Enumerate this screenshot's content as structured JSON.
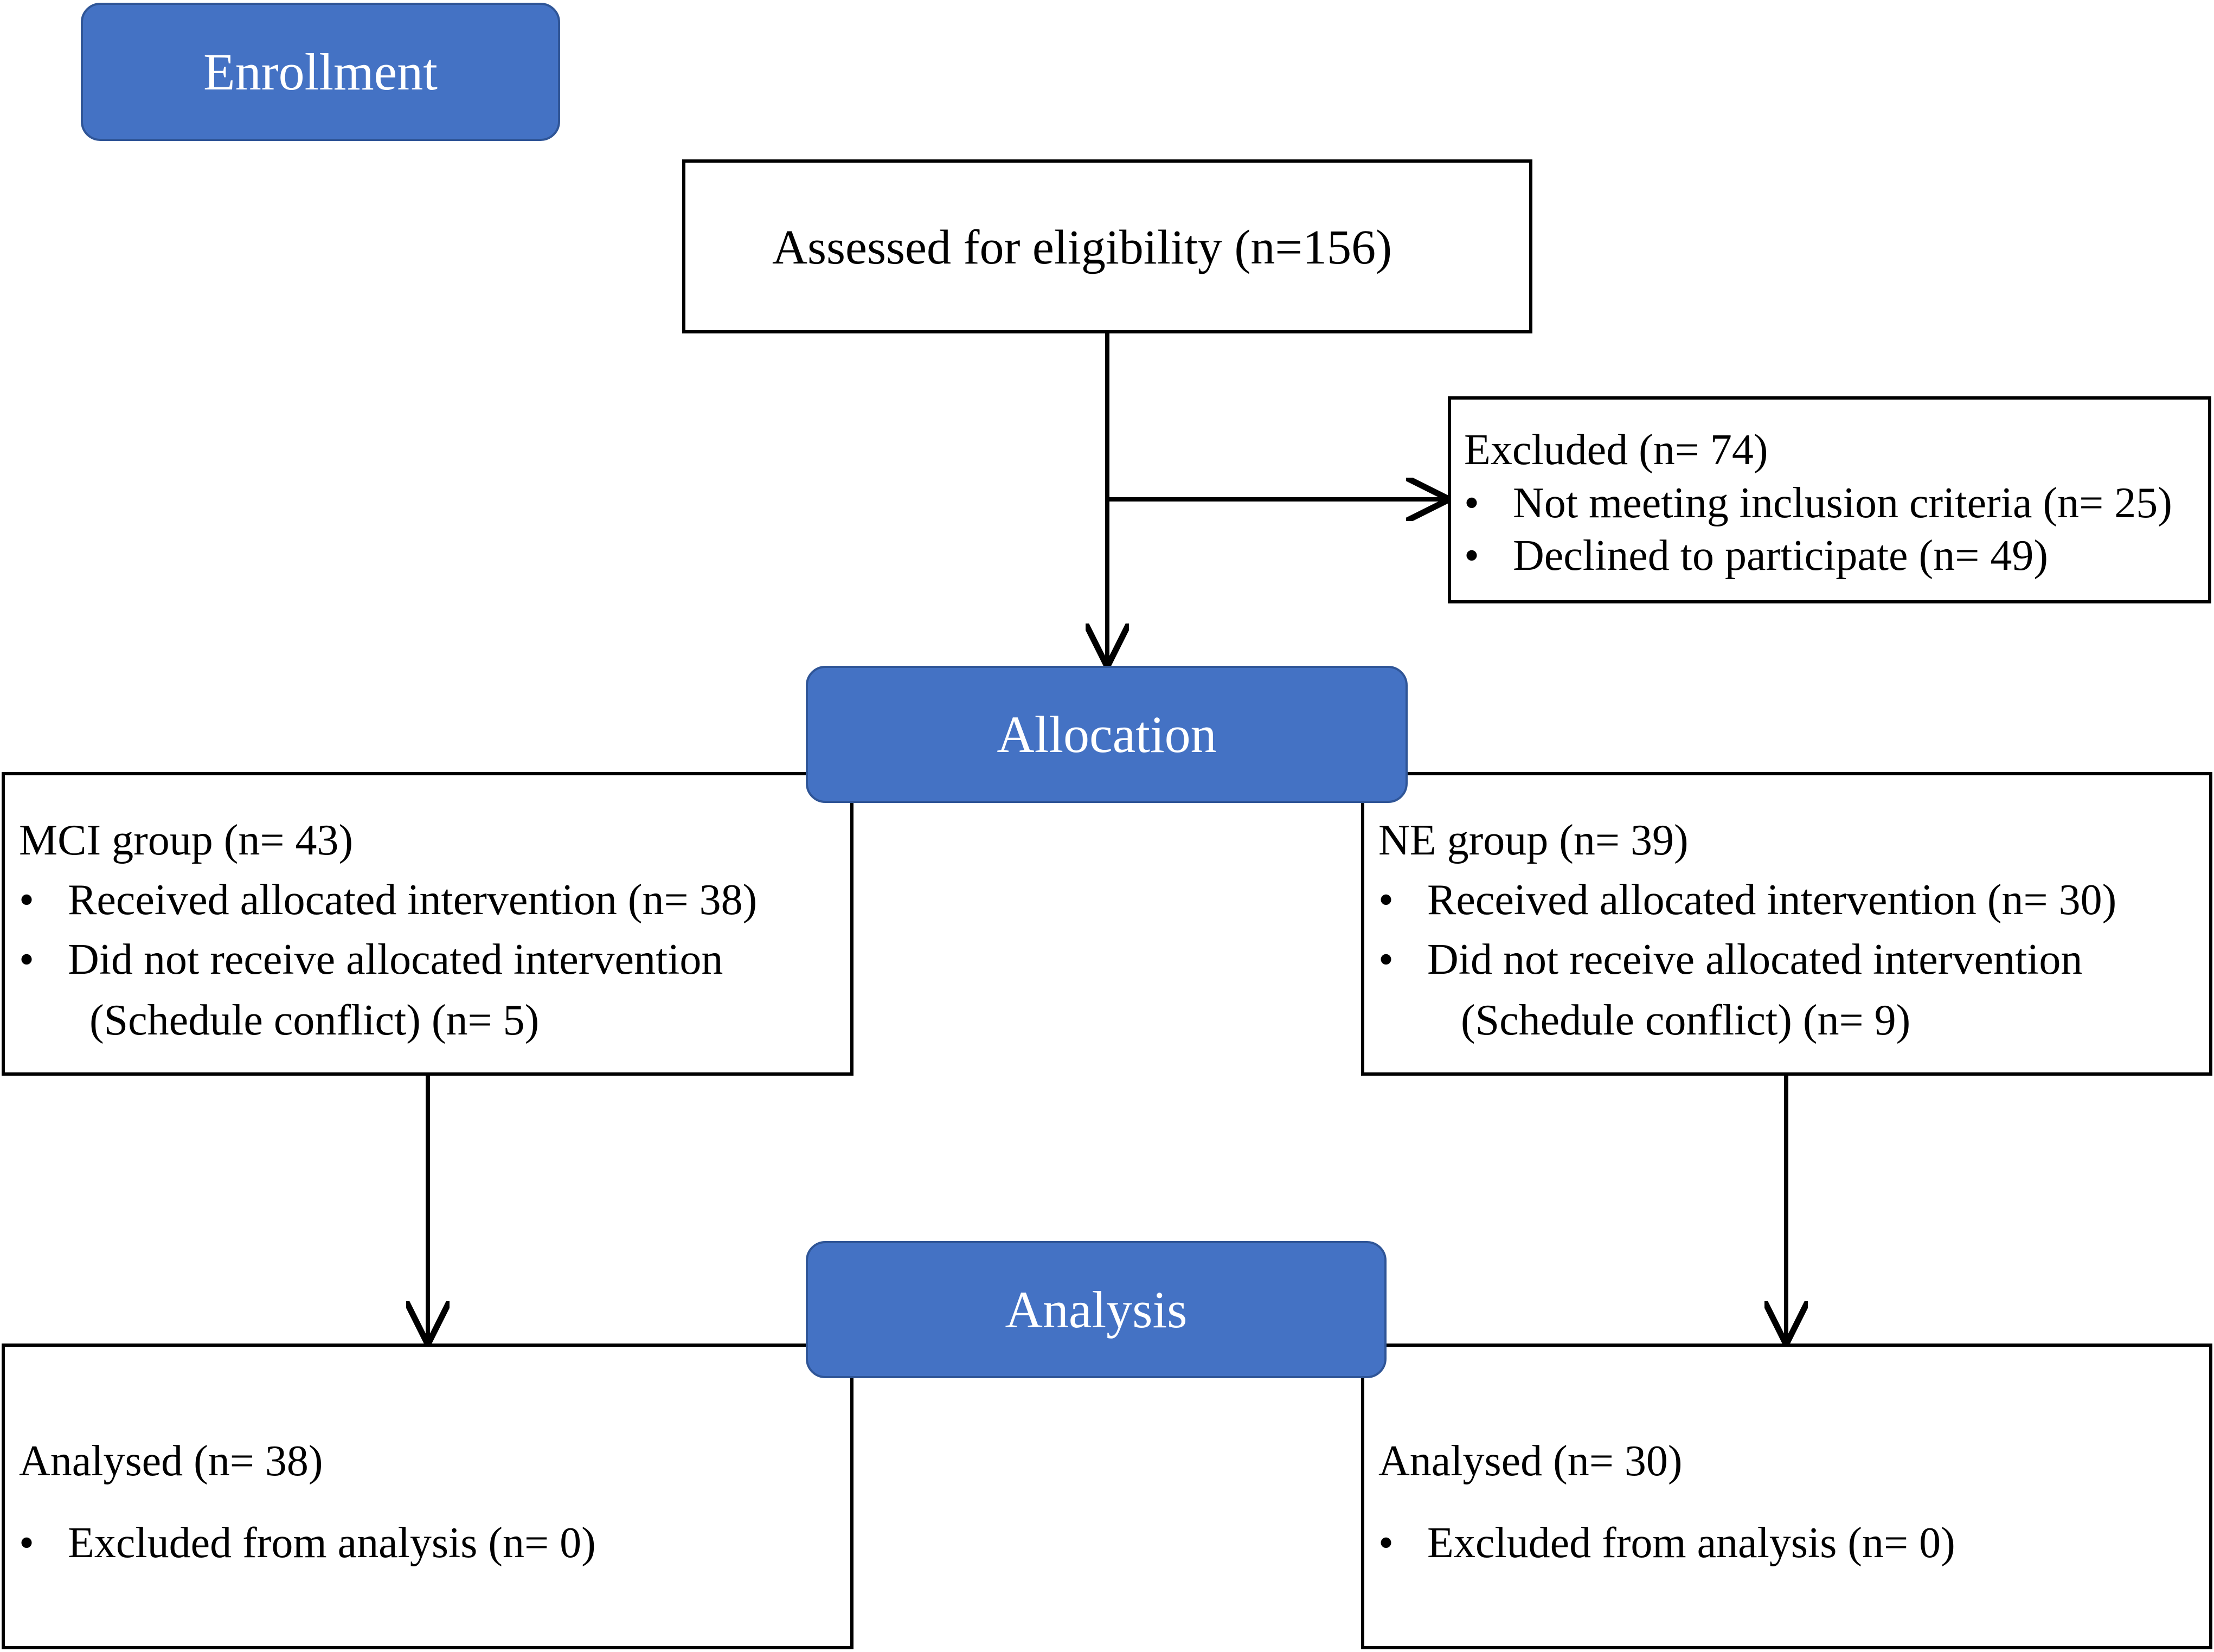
{
  "phases": {
    "enrollment": "Enrollment",
    "allocation": "Allocation",
    "analysis": "Analysis"
  },
  "eligibility": "Assessed for eligibility (n=156)",
  "excluded": {
    "title": "Excluded  (n= 74)",
    "items": [
      "Not meeting inclusion criteria (n= 25)",
      "Declined to participate (n= 49)"
    ]
  },
  "mci_group": {
    "title": "MCI group (n= 43)",
    "items": [
      "Received allocated intervention (n= 38)",
      "Did not receive allocated intervention"
    ],
    "continuation": "(Schedule conflict) (n= 5)"
  },
  "ne_group": {
    "title": "NE group (n= 39)",
    "items": [
      "Received allocated intervention (n= 30)",
      "Did not receive allocated intervention"
    ],
    "continuation": "(Schedule conflict) (n= 9)"
  },
  "mci_analysis": {
    "title": "Analysed  (n= 38)",
    "items": [
      "Excluded from analysis (n= 0)"
    ]
  },
  "ne_analysis": {
    "title": "Analysed  (n= 30)",
    "items": [
      "Excluded from analysis (n= 0)"
    ]
  },
  "bullet_char": "•",
  "colors": {
    "phase_fill": "#4472C4",
    "phase_border": "#2F5597",
    "line": "#000000"
  }
}
